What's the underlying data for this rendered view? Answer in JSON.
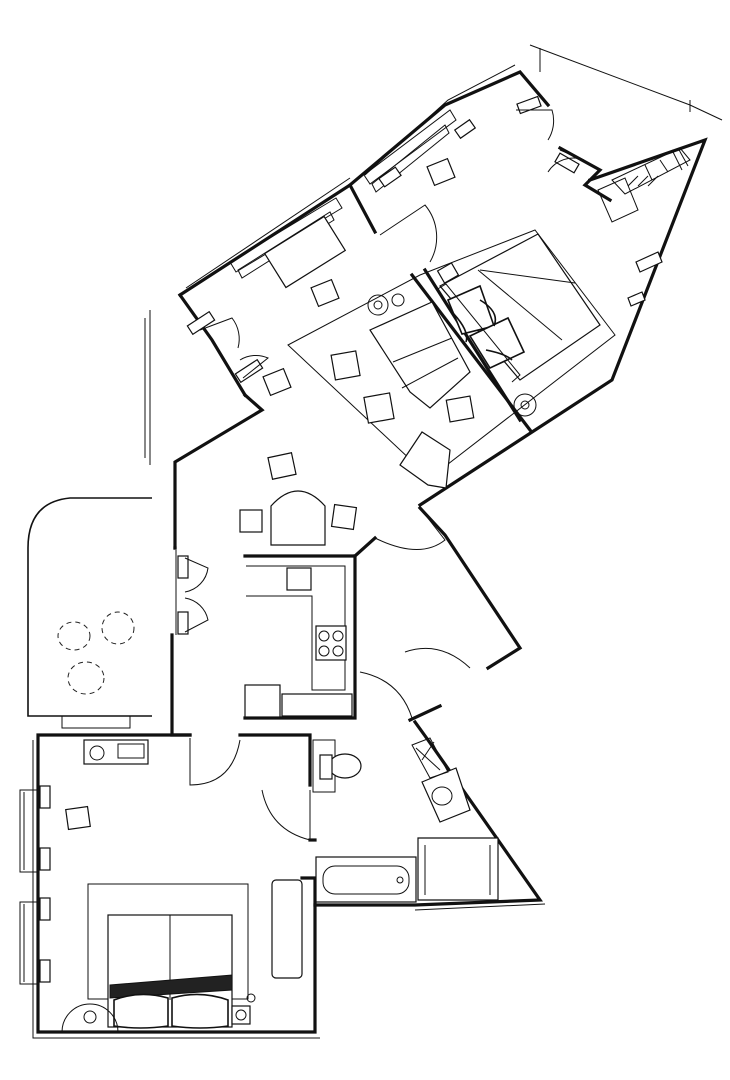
{
  "plan": {
    "kind": "apartment floor plan sketch",
    "style": "black ink line drawing",
    "colors": {
      "ink": "#111111",
      "paper": "#ffffff"
    },
    "rooms": [
      "living room",
      "bedroom",
      "kitchen",
      "bathroom",
      "balcony",
      "hall",
      "bedroom"
    ],
    "labels": []
  }
}
